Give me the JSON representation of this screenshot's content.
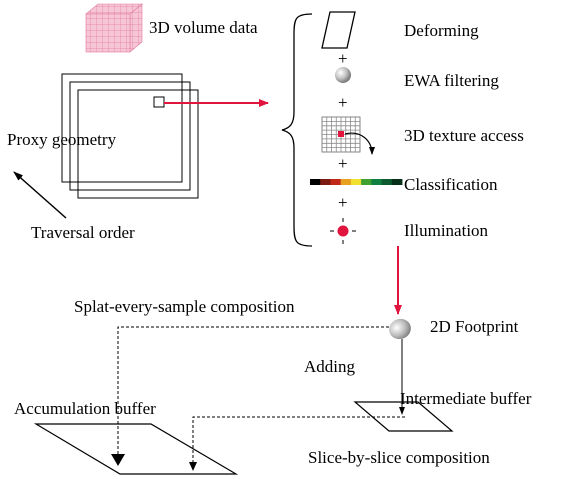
{
  "labels": {
    "volume_data": "3D volume data",
    "proxy_geometry": "Proxy geometry",
    "traversal_order": "Traversal order",
    "deforming": "Deforming",
    "ewa_filtering": "EWA filtering",
    "texture_access": "3D texture access",
    "classification": "Classification",
    "illumination": "Illumination",
    "plus": "+",
    "splat_every_sample": "Splat-every-sample composition",
    "footprint_2d": "2D Footprint",
    "adding": "Adding",
    "intermediate_buffer": "Intermediate buffer",
    "accumulation_buffer": "Accumulation buffer",
    "slice_by_slice": "Slice-by-slice composition"
  },
  "colors": {
    "accent_red": "#e0143c",
    "volume_pink": "#f2a8c0",
    "sphere_gray": "#b8b8b8",
    "line_black": "#000000"
  },
  "classification_colors": [
    "#000000",
    "#7a1a10",
    "#c0281a",
    "#e8a020",
    "#f0e030",
    "#40a030",
    "#108040",
    "#0c5a30",
    "#06301a"
  ]
}
